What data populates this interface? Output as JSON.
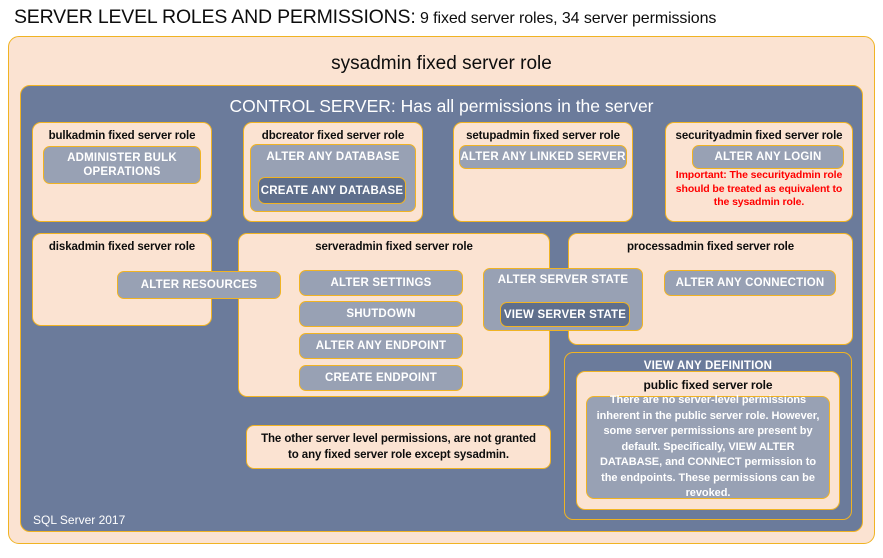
{
  "header": {
    "title_strong": "SERVER LEVEL ROLES AND PERMISSIONS:",
    "title_sub": "9 fixed server roles, 34 server permissions"
  },
  "footer": {
    "label": "SQL Server 2017"
  },
  "colors": {
    "peach_fill": "#fbe3d2",
    "gold_border": "#f0b323",
    "navy_panel": "#6b7b9b",
    "slate_chip": "#98a1b4",
    "slate_chip_dark": "#5f6f8c",
    "alert_red": "#ff0000",
    "text_dark": "#0d0d0d",
    "text_light": "#ffffff"
  },
  "outer": {
    "sysadmin_label": "sysadmin fixed server role",
    "control_server_label": "CONTROL SERVER: Has all permissions in the server"
  },
  "roles": [
    {
      "id": "bulkadmin",
      "title": "bulkadmin fixed server role",
      "permissions": [
        {
          "id": "administer-bulk-operations",
          "label": "ADMINISTER  BULK OPERATIONS",
          "nested": false
        }
      ]
    },
    {
      "id": "dbcreator",
      "title": "dbcreator fixed server role",
      "permissions": [
        {
          "id": "alter-any-database",
          "label": "ALTER ANY DATABASE",
          "nested": false
        },
        {
          "id": "create-any-database",
          "label": "CREATE  ANY DATABASE",
          "nested": true
        }
      ]
    },
    {
      "id": "setupadmin",
      "title": "setupadmin fixed server role",
      "permissions": [
        {
          "id": "alter-any-linked-server",
          "label": "ALTER ANY LINKED SERVER",
          "nested": false
        }
      ]
    },
    {
      "id": "securityadmin",
      "title": "securityadmin fixed server role",
      "permissions": [
        {
          "id": "alter-any-login",
          "label": "ALTER ANY LOGIN",
          "nested": false
        }
      ],
      "note": "Important:  The securityadmin role should  be treated as equivalent to the sysadmin role."
    },
    {
      "id": "diskadmin",
      "title": "diskadmin fixed server role",
      "permissions": [
        {
          "id": "alter-resources",
          "label": "ALTER RESOURCES",
          "nested": false
        }
      ]
    },
    {
      "id": "serveradmin",
      "title": "serveradmin fixed server role",
      "permissions": [
        {
          "id": "alter-settings",
          "label": "ALTER SETTINGS",
          "nested": false
        },
        {
          "id": "shutdown",
          "label": "SHUTDOWN",
          "nested": false
        },
        {
          "id": "alter-any-endpoint",
          "label": "ALTER ANY ENDPOINT",
          "nested": false
        },
        {
          "id": "create-endpoint",
          "label": "CREATE  ENDPOINT",
          "nested": false
        },
        {
          "id": "alter-server-state",
          "label": "ALTER SERVER  STATE",
          "nested": false
        },
        {
          "id": "view-server-state",
          "label": "VIEW SERVER  STATE",
          "nested": true
        }
      ]
    },
    {
      "id": "processadmin",
      "title": "processadmin fixed server role",
      "permissions": [
        {
          "id": "alter-any-connection",
          "label": "ALTER ANY CONNECTION",
          "nested": false
        }
      ]
    },
    {
      "id": "public",
      "title": "public fixed server role",
      "permissions": [
        {
          "id": "view-any-definition",
          "label": "VIEW ANY DEFINITION",
          "nested": false
        }
      ],
      "description": "There are no server-level permissions inherent in the public server role. However, some server permissions are present by default. Specifically, VIEW ALTER DATABASE, and CONNECT permission to the endpoints. These permissions can be revoked."
    }
  ],
  "notes": {
    "other_permissions": "The other server level permissions,  are not granted to any fixed server role except sysadmin."
  }
}
